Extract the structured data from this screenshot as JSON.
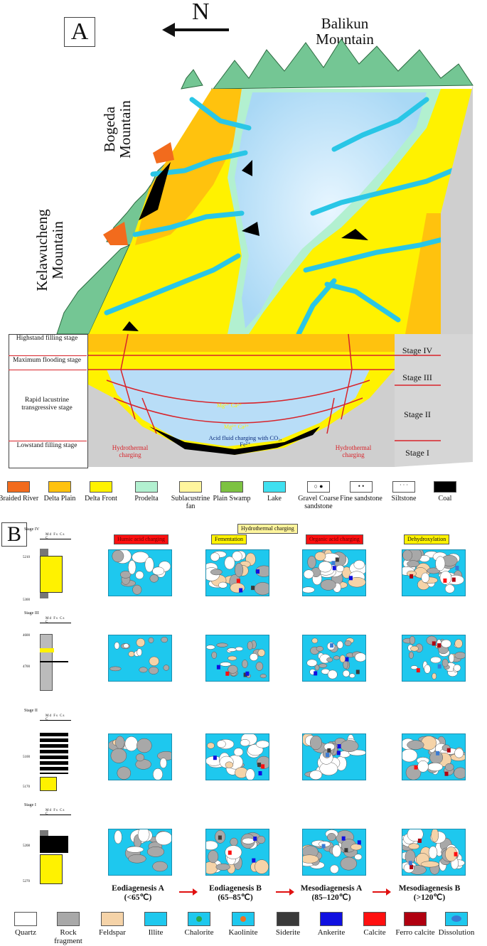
{
  "panel_a": {
    "label": "A",
    "north": "N",
    "mountains": {
      "balikun": "Balikun Mountain",
      "bogeda": "Bogeda Mountain",
      "kelawucheng": "Kelawucheng Mountain"
    },
    "stages_left": [
      "Highstand filling stage",
      "Maximum flooding stage",
      "Rapid lacustrine transgressive stage",
      "Lowstand filling stage"
    ],
    "stages_right": [
      "Stage IV",
      "Stage III",
      "Stage II",
      "Stage I"
    ],
    "annotations": {
      "hydro_left": "Hydrothermal charging",
      "hydro_right": "Hydrothermal charging",
      "mg_upper": "Mg²⁺ Ca²⁺",
      "mg_lower": "Mg²⁺ Ca²⁺",
      "acid_fluid": "Acid fluid charging with CO₂, Fe²⁺"
    }
  },
  "legend_a": [
    {
      "label": "Braided River",
      "color": "#f26b1d"
    },
    {
      "label": "Delta Plain",
      "color": "#ffc20e"
    },
    {
      "label": "Delta Front",
      "color": "#fff200"
    },
    {
      "label": "Prodelta",
      "color": "#b2f0d0"
    },
    {
      "label": "Sublacustrine fan",
      "color": "#fff59d"
    },
    {
      "label": "Plain Swamp",
      "color": "#7dc242"
    },
    {
      "label": "Lake",
      "color": "#3fe0f0"
    },
    {
      "label": "Gravel Coarse sandstone",
      "color": "#ffffff"
    },
    {
      "label": "Fine sandstone",
      "color": "#ffffff"
    },
    {
      "label": "Siltstone",
      "color": "#ffffff"
    },
    {
      "label": "Coal",
      "color": "#000000"
    }
  ],
  "panel_b": {
    "label": "B",
    "hydrothermal_title": "Hydrothermal charging",
    "processes": [
      "Humic acid charging",
      "Fementation",
      "Organic acid charging",
      "Dehydroxylation"
    ],
    "strat_columns": [
      {
        "stage": "Stage IV",
        "header": "Md Fs Cs C",
        "depth_top": "5210",
        "depth_bottom": "5300"
      },
      {
        "stage": "Stage III",
        "header": "Md Fs Cs C",
        "depth_top": "4600",
        "depth_bottom": "4700"
      },
      {
        "stage": "Stage II",
        "header": "Md Fs Cs C",
        "depth_top": "5100",
        "depth_bottom": "5170"
      },
      {
        "stage": "Stage I",
        "header": "Md Fs Cs C",
        "depth_top": "5208",
        "depth_bottom": "5270"
      }
    ],
    "columns": [
      {
        "name": "Eodiagenesis A",
        "temp": "(<65℃)"
      },
      {
        "name": "Eodiagenesis B",
        "temp": "(65–85℃)"
      },
      {
        "name": "Mesodiagenesis A",
        "temp": "(85–120℃)"
      },
      {
        "name": "Mesodiagenesis B",
        "temp": "(>120℃)"
      }
    ]
  },
  "legend_b": [
    {
      "label": "Quartz",
      "color": "#ffffff"
    },
    {
      "label": "Rock fragment",
      "color": "#a8a8a8"
    },
    {
      "label": "Feldspar",
      "color": "#f5d3a8"
    },
    {
      "label": "Illite",
      "color": "#1ec8ee"
    },
    {
      "label": "Chalorite",
      "color": "#1ec8ee"
    },
    {
      "label": "Kaolinite",
      "color": "#1ec8ee"
    },
    {
      "label": "Siderite",
      "color": "#3a3a3a"
    },
    {
      "label": "Ankerite",
      "color": "#1010e0"
    },
    {
      "label": "Calcite",
      "color": "#ff1010"
    },
    {
      "label": "Ferro calcite",
      "color": "#b00010"
    },
    {
      "label": "Dissolution",
      "color": "#1ec8ee"
    }
  ]
}
